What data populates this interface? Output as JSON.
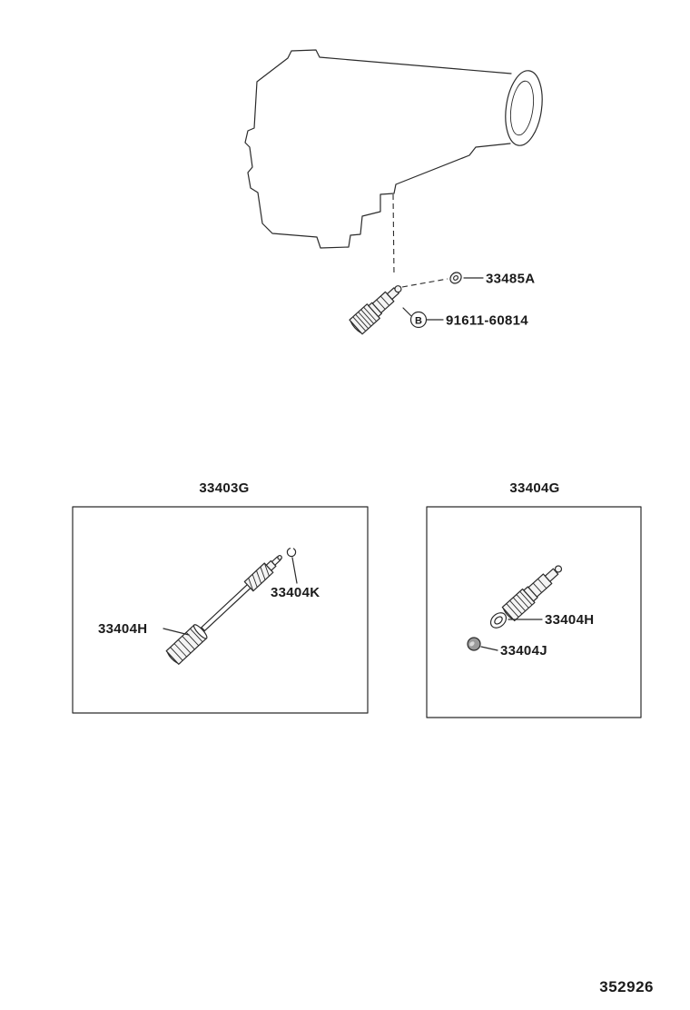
{
  "diagram": {
    "callouts": {
      "clip": "33485A",
      "bolt_marker": "B",
      "bolt": "91611-60814",
      "left_box_title": "33403G",
      "right_box_title": "33404G",
      "left_sleeve": "33404H",
      "left_ring": "33404K",
      "right_oring": "33404H",
      "right_plug": "33404J"
    },
    "page_number": "352926"
  }
}
